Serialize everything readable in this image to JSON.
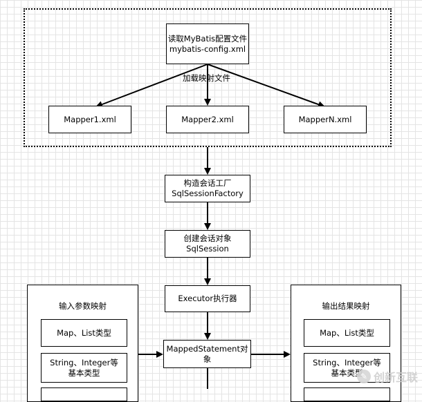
{
  "config": {
    "line1": "读取MyBatis配置文件",
    "line2": "mybatis-config.xml"
  },
  "load_label": "加载映射文件",
  "mappers": [
    "Mapper1.xml",
    "Mapper2.xml",
    "MapperN.xml"
  ],
  "factory": {
    "line1": "构造会话工厂",
    "line2": "SqlSessionFactory"
  },
  "session": {
    "line1": "创建会话对象",
    "line2": "SqlSession"
  },
  "executor": "Executor执行器",
  "mapped_statement": "MappedStatement对象",
  "input_panel": {
    "title": "输入参数映射",
    "item1": "Map、List类型",
    "item2_line1": "String、Integer等",
    "item2_line2": "基本类型"
  },
  "output_panel": {
    "title": "输出结果映射",
    "item1": "Map、List类型",
    "item2_line1": "String、Integer等",
    "item2_line2": "基本类型"
  },
  "watermark": "创新互联"
}
